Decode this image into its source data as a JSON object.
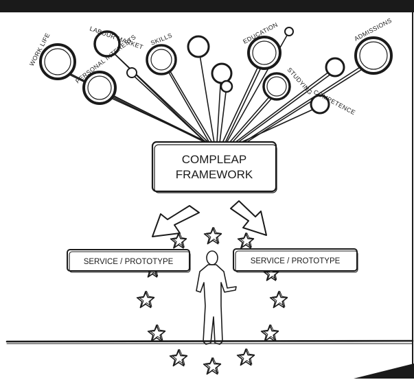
{
  "framework": {
    "line1": "COMPLEAP",
    "line2": "FRAMEWORK"
  },
  "services": [
    {
      "label": "SERVICE / PROTOTYPE"
    },
    {
      "label": "SERVICE / PROTOTYPE"
    }
  ],
  "nodes": [
    {
      "key": "work-life",
      "label": "WORK LIFE"
    },
    {
      "key": "labour-market",
      "label": "LABOUR MARKET"
    },
    {
      "key": "personal-interests",
      "label": "PERSONAL INTERESTS"
    },
    {
      "key": "skills",
      "label": "SKILLS"
    },
    {
      "key": "education",
      "label": "EDUCATION"
    },
    {
      "key": "studying",
      "label": "STUDYING"
    },
    {
      "key": "competence",
      "label": "COMPETENCE"
    },
    {
      "key": "admissions",
      "label": "ADMISSIONS"
    }
  ],
  "colors": {
    "ink": "#1a1a1a",
    "topbar": "#1a1a1a",
    "background": "#ffffff"
  }
}
